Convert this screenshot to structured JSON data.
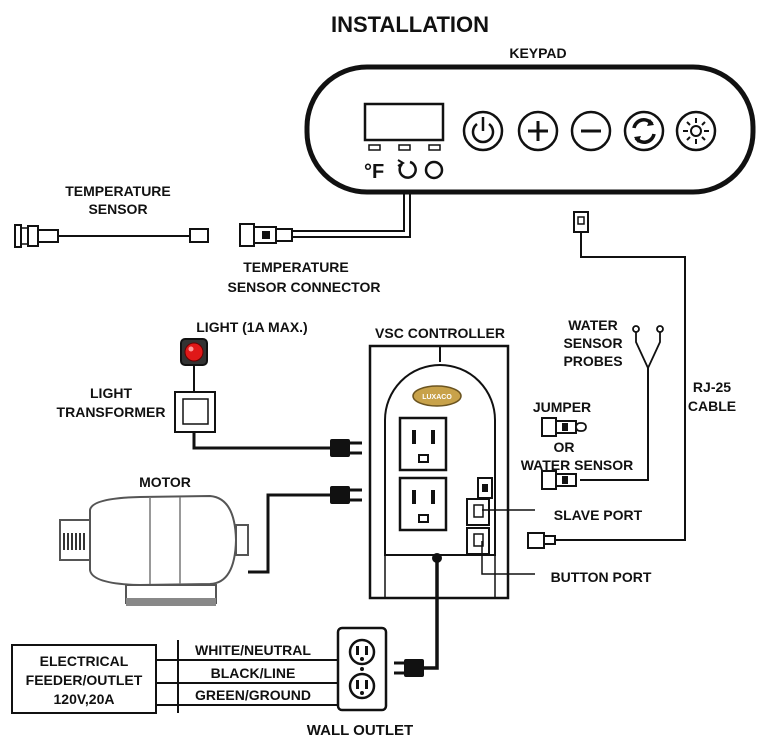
{
  "title": "INSTALLATION",
  "keypad": {
    "label": "KEYPAD",
    "unit_label": "°F",
    "buttons": [
      "power-icon",
      "plus-icon",
      "minus-icon",
      "cycle-icon",
      "sun-icon"
    ]
  },
  "temperature_sensor": {
    "line1": "TEMPERATURE",
    "line2": "SENSOR"
  },
  "temperature_sensor_connector": {
    "line1": "TEMPERATURE",
    "line2": "SENSOR CONNECTOR"
  },
  "light": {
    "label": "LIGHT (1A MAX.)",
    "color": "#e01818"
  },
  "light_transformer": {
    "line1": "LIGHT",
    "line2": "TRANSFORMER"
  },
  "vsc_controller": {
    "label": "VSC CONTROLLER",
    "logo": "LUXACO"
  },
  "water_sensor_probes": {
    "line1": "WATER",
    "line2": "SENSOR",
    "line3": "PROBES"
  },
  "jumper": {
    "label": "JUMPER",
    "or": "OR",
    "water_sensor": "WATER SENSOR"
  },
  "rj25_cable": {
    "line1": "RJ-25",
    "line2": "CABLE"
  },
  "motor": {
    "label": "MOTOR"
  },
  "slave_port": {
    "label": "SLAVE PORT"
  },
  "button_port": {
    "label": "BUTTON PORT"
  },
  "electrical_feeder": {
    "line1": "ELECTRICAL",
    "line2": "FEEDER/OUTLET",
    "line3": "120V,20A"
  },
  "wires": {
    "white": "WHITE/NEUTRAL",
    "black": "BLACK/LINE",
    "green": "GREEN/GROUND"
  },
  "wall_outlet": {
    "label": "WALL OUTLET"
  }
}
